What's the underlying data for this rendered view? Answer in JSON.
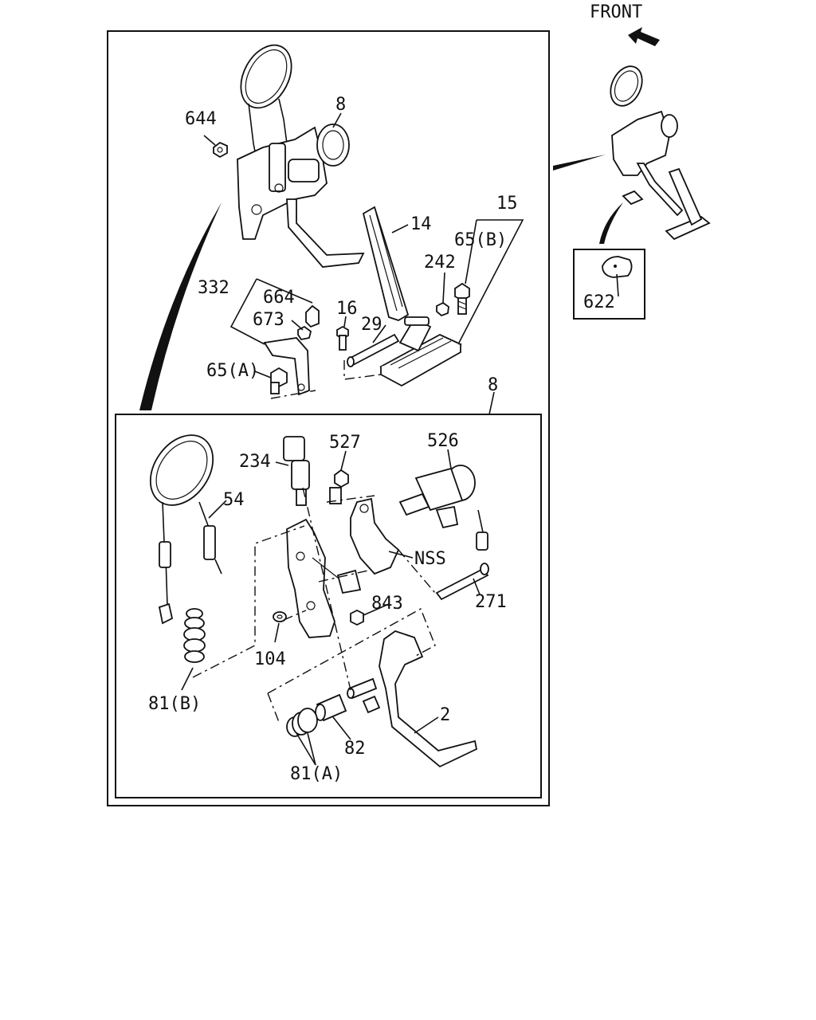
{
  "header": {
    "direction_label": "FRONT"
  },
  "labels": {
    "l644": "644",
    "l8_top": "8",
    "l14": "14",
    "l15": "15",
    "l65b": "65(B)",
    "l242": "242",
    "l332": "332",
    "l664": "664",
    "l673": "673",
    "l16": "16",
    "l29": "29",
    "l65a": "65(A)",
    "l622": "622",
    "l8_inset": "8",
    "l234": "234",
    "l527": "527",
    "l526": "526",
    "l54": "54",
    "lnss": "NSS",
    "l271": "271",
    "l843": "843",
    "l104": "104",
    "l81b": "81(B)",
    "l2": "2",
    "l82": "82",
    "l81a": "81(A)"
  },
  "icons": {
    "front_arrow": "arrow-up-left-icon"
  }
}
